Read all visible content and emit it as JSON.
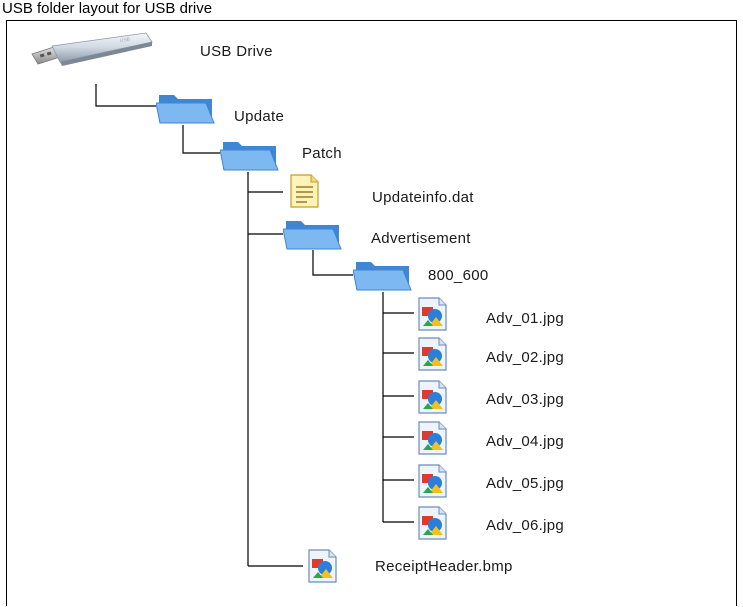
{
  "caption": "USB folder layout for USB drive",
  "tree": {
    "root": "USB Drive",
    "update": "Update",
    "patch": "Patch",
    "updateinfo": "Updateinfo.dat",
    "advertisement": "Advertisement",
    "resolution_folder": "800_600",
    "images": [
      "Adv_01.jpg",
      "Adv_02.jpg",
      "Adv_03.jpg",
      "Adv_04.jpg",
      "Adv_05.jpg",
      "Adv_06.jpg"
    ],
    "receipt": "ReceiptHeader.bmp"
  },
  "icons": {
    "root": "usb-drive-icon",
    "folder": "folder-icon",
    "text_file": "text-file-icon",
    "image_file": "image-file-icon"
  },
  "colors": {
    "line": "#000000",
    "folder": "#5fa3e6",
    "text": "#1a1a1a"
  }
}
